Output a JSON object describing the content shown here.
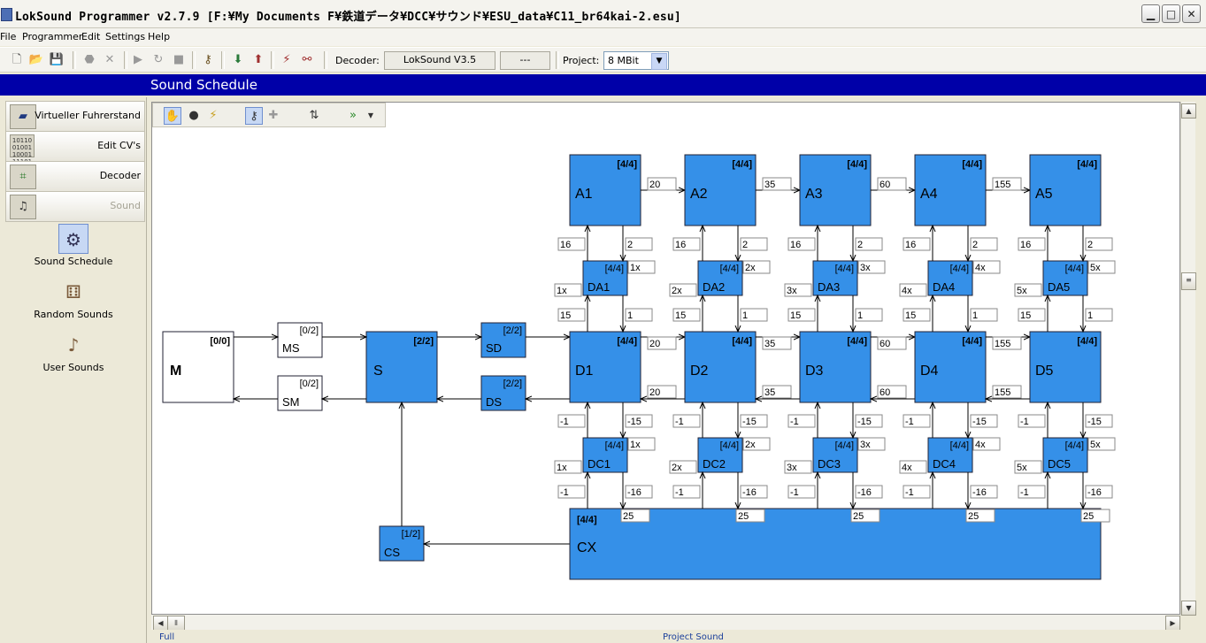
{
  "window": {
    "title": "LokSound Programmer   v2.7.9  [F:¥My Documents F¥鉄道データ¥DCC¥サウンド¥ESU_data¥C11_br64kai-2.esu]",
    "controls": [
      "minimize-icon",
      "maximize-icon",
      "close-icon"
    ]
  },
  "menu": [
    "File",
    "Programmer",
    "Edit",
    "Settings",
    "Help"
  ],
  "toolbar": {
    "decoder_label": "Decoder:",
    "decoder_value": "LokSound V3.5",
    "decoder_extra": "---",
    "project_label": "Project:",
    "project_value": "8 MBit"
  },
  "header": {
    "title": "Sound Schedule"
  },
  "sidebar": {
    "items": [
      {
        "label": "Virtueller Fuhrerstand",
        "icon": "locomotive-icon"
      },
      {
        "label": "Edit CV's",
        "icon": "binary-grid-icon"
      },
      {
        "label": "Decoder",
        "icon": "decoder-chip-icon"
      },
      {
        "label": "Sound",
        "icon": "music-notes-icon"
      }
    ],
    "subitems": [
      {
        "label": "Sound Schedule",
        "icon": "schedule-icon",
        "selected": true
      },
      {
        "label": "Random Sounds",
        "icon": "dice-icon"
      },
      {
        "label": "User Sounds",
        "icon": "user-sounds-icon"
      }
    ]
  },
  "statusbar": {
    "left": "Full",
    "right": "Project Sound"
  },
  "diagram": {
    "blocks": {
      "M": {
        "name": "M",
        "tag": "[0/0]"
      },
      "MS": {
        "name": "MS",
        "tag": "[0/2]"
      },
      "SM": {
        "name": "SM",
        "tag": "[0/2]"
      },
      "S": {
        "name": "S",
        "tag": "[2/2]"
      },
      "SD": {
        "name": "SD",
        "tag": "[2/2]"
      },
      "DS": {
        "name": "DS",
        "tag": "[2/2]"
      },
      "CS": {
        "name": "CS",
        "tag": "[1/2]"
      },
      "CX": {
        "name": "CX",
        "tag": "[4/4]"
      }
    },
    "columns": [
      {
        "a": "A1",
        "da": "DA1",
        "d": "D1",
        "dc": "DC1",
        "tag": "[4/4]",
        "step": "20",
        "mult": "1x",
        "up1": "16",
        "up2": "2",
        "mid1": "15",
        "mid2": "1",
        "low1": "-1",
        "low2": "-15",
        "bot1": "-1",
        "bot2": "-16",
        "cx": "25"
      },
      {
        "a": "A2",
        "da": "DA2",
        "d": "D2",
        "dc": "DC2",
        "tag": "[4/4]",
        "step": "35",
        "mult": "2x",
        "up1": "16",
        "up2": "2",
        "mid1": "15",
        "mid2": "1",
        "low1": "-1",
        "low2": "-15",
        "bot1": "-1",
        "bot2": "-16",
        "cx": "25"
      },
      {
        "a": "A3",
        "da": "DA3",
        "d": "D3",
        "dc": "DC3",
        "tag": "[4/4]",
        "step": "60",
        "mult": "3x",
        "up1": "16",
        "up2": "2",
        "mid1": "15",
        "mid2": "1",
        "low1": "-1",
        "low2": "-15",
        "bot1": "-1",
        "bot2": "-16",
        "cx": "25"
      },
      {
        "a": "A4",
        "da": "DA4",
        "d": "D4",
        "dc": "DC4",
        "tag": "[4/4]",
        "step": "155",
        "mult": "4x",
        "up1": "16",
        "up2": "2",
        "mid1": "15",
        "mid2": "1",
        "low1": "-1",
        "low2": "-15",
        "bot1": "-1",
        "bot2": "-16",
        "cx": "25"
      },
      {
        "a": "A5",
        "da": "DA5",
        "d": "D5",
        "dc": "DC5",
        "tag": "[4/4]",
        "step": "",
        "mult": "5x",
        "up1": "16",
        "up2": "2",
        "mid1": "15",
        "mid2": "1",
        "low1": "-1",
        "low2": "-15",
        "bot1": "-1",
        "bot2": "-16",
        "cx": "25"
      }
    ]
  }
}
